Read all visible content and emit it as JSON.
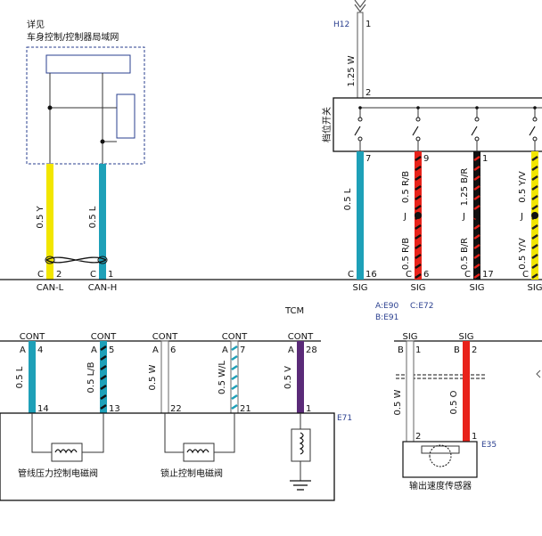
{
  "top_left": {
    "see_label": "详见",
    "module_label": "车身控制/控制器局域网",
    "wires": [
      {
        "size_color": "0.5 Y",
        "pin_prefix": "C",
        "pin": "2",
        "bottom_label": "CAN-L",
        "color": "#f2e600"
      },
      {
        "size_color": "0.5 L",
        "pin_prefix": "C",
        "pin": "1",
        "bottom_label": "CAN-H",
        "color": "#1ea0b8"
      }
    ]
  },
  "switch": {
    "connector": "H12",
    "connector_pin": "1",
    "feed_wire": "1.25 W",
    "feed_pin": "2",
    "name": "档位开关",
    "outputs": [
      {
        "top_pin": "7",
        "upper_wire": "0.5 L",
        "lower_wire": "",
        "splice": false,
        "pin_prefix": "C",
        "bottom_pin": "16",
        "sig": "SIG",
        "base": "#1ea0b8",
        "stripe": ""
      },
      {
        "top_pin": "9",
        "upper_wire": "0.5 R/B",
        "lower_wire": "0.5 R/B",
        "splice": true,
        "splice_label": "J",
        "pin_prefix": "C",
        "bottom_pin": "6",
        "sig": "SIG",
        "base": "#e8221a",
        "stripe": "#111111"
      },
      {
        "top_pin": "1",
        "upper_wire": "1.25 B/R",
        "lower_wire": "0.5 B/R",
        "splice": true,
        "splice_label": "J",
        "pin_prefix": "C",
        "bottom_pin": "17",
        "sig": "SIG",
        "base": "#111111",
        "stripe": "#e8221a"
      },
      {
        "top_pin": "",
        "upper_wire": "0.5 Y/V",
        "lower_wire": "0.5 Y/V",
        "splice": true,
        "splice_label": "J",
        "pin_prefix": "C",
        "bottom_pin": "",
        "sig": "SIG",
        "base": "#f2e600",
        "stripe": "#222222"
      }
    ]
  },
  "tcm": {
    "label": "TCM",
    "connector_refs": [
      "A:E90",
      "C:E72",
      "B:E91"
    ]
  },
  "lower": {
    "connector": "E71",
    "wires": [
      {
        "cont": "CONT",
        "side": "A",
        "top_pin": "4",
        "wire": "0.5 L",
        "bottom_pin": "14",
        "base": "#1ea0b8",
        "stripe": ""
      },
      {
        "cont": "CONT",
        "side": "A",
        "top_pin": "5",
        "wire": "0.5 L/B",
        "bottom_pin": "13",
        "base": "#1ea0b8",
        "stripe": "#111111"
      },
      {
        "cont": "CONT",
        "side": "A",
        "top_pin": "6",
        "wire": "0.5 W",
        "bottom_pin": "22",
        "base": "#ffffff",
        "stripe": ""
      },
      {
        "cont": "CONT",
        "side": "A",
        "top_pin": "7",
        "wire": "0.5 W/L",
        "bottom_pin": "21",
        "base": "#ffffff",
        "stripe": "#1ea0b8"
      },
      {
        "cont": "CONT",
        "side": "A",
        "top_pin": "28",
        "wire": "0.5 V",
        "bottom_pin": "1",
        "base": "#5a2a78",
        "stripe": ""
      }
    ],
    "solenoid_1": "管线压力控制电磁阀",
    "solenoid_2": "锁止控制电磁阀"
  },
  "speed_sensor": {
    "connector": "E35",
    "name": "输出速度传感器",
    "wires": [
      {
        "sig": "SIG",
        "side": "B",
        "top_pin": "1",
        "wire": "0.5 W",
        "bottom_pin": "2",
        "base": "#ffffff"
      },
      {
        "sig": "SIG",
        "side": "B",
        "top_pin": "2",
        "wire": "0.5 O",
        "bottom_pin": "1",
        "base": "#e8221a"
      }
    ]
  }
}
